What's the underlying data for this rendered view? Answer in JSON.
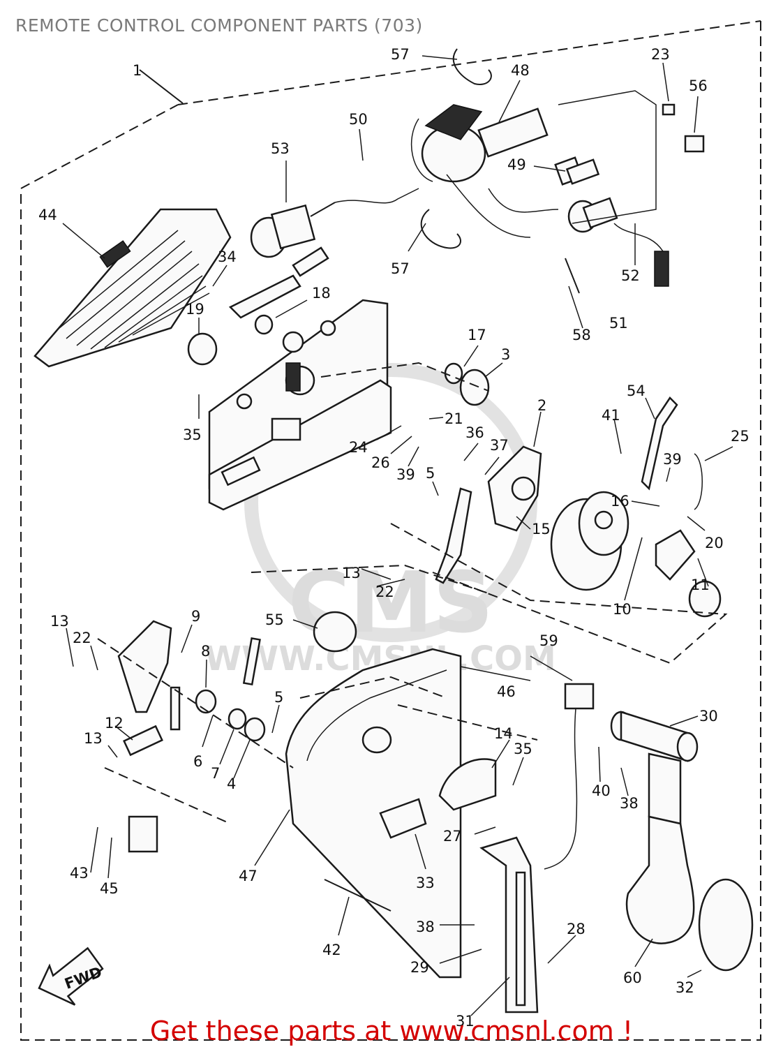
{
  "page": {
    "title": "REMOTE CONTROL COMPONENT PARTS (703)",
    "footer": "Get these parts at www.cmsnl.com !"
  },
  "watermark": {
    "brand": "CMS",
    "url": "WWW.CMSNL.COM"
  },
  "fwd_label": "FWD",
  "callouts": [
    "1",
    "2",
    "3",
    "4",
    "5",
    "5",
    "6",
    "7",
    "8",
    "9",
    "10",
    "11",
    "12",
    "13",
    "13",
    "13",
    "14",
    "15",
    "16",
    "17",
    "18",
    "19",
    "20",
    "21",
    "22",
    "22",
    "23",
    "24",
    "25",
    "26",
    "27",
    "28",
    "29",
    "30",
    "31",
    "32",
    "33",
    "34",
    "35",
    "35",
    "36",
    "37",
    "38",
    "38",
    "39",
    "39",
    "40",
    "41",
    "42",
    "43",
    "44",
    "45",
    "46",
    "47",
    "48",
    "49",
    "50",
    "51",
    "52",
    "53",
    "54",
    "55",
    "56",
    "57",
    "57",
    "58",
    "59",
    "60"
  ]
}
